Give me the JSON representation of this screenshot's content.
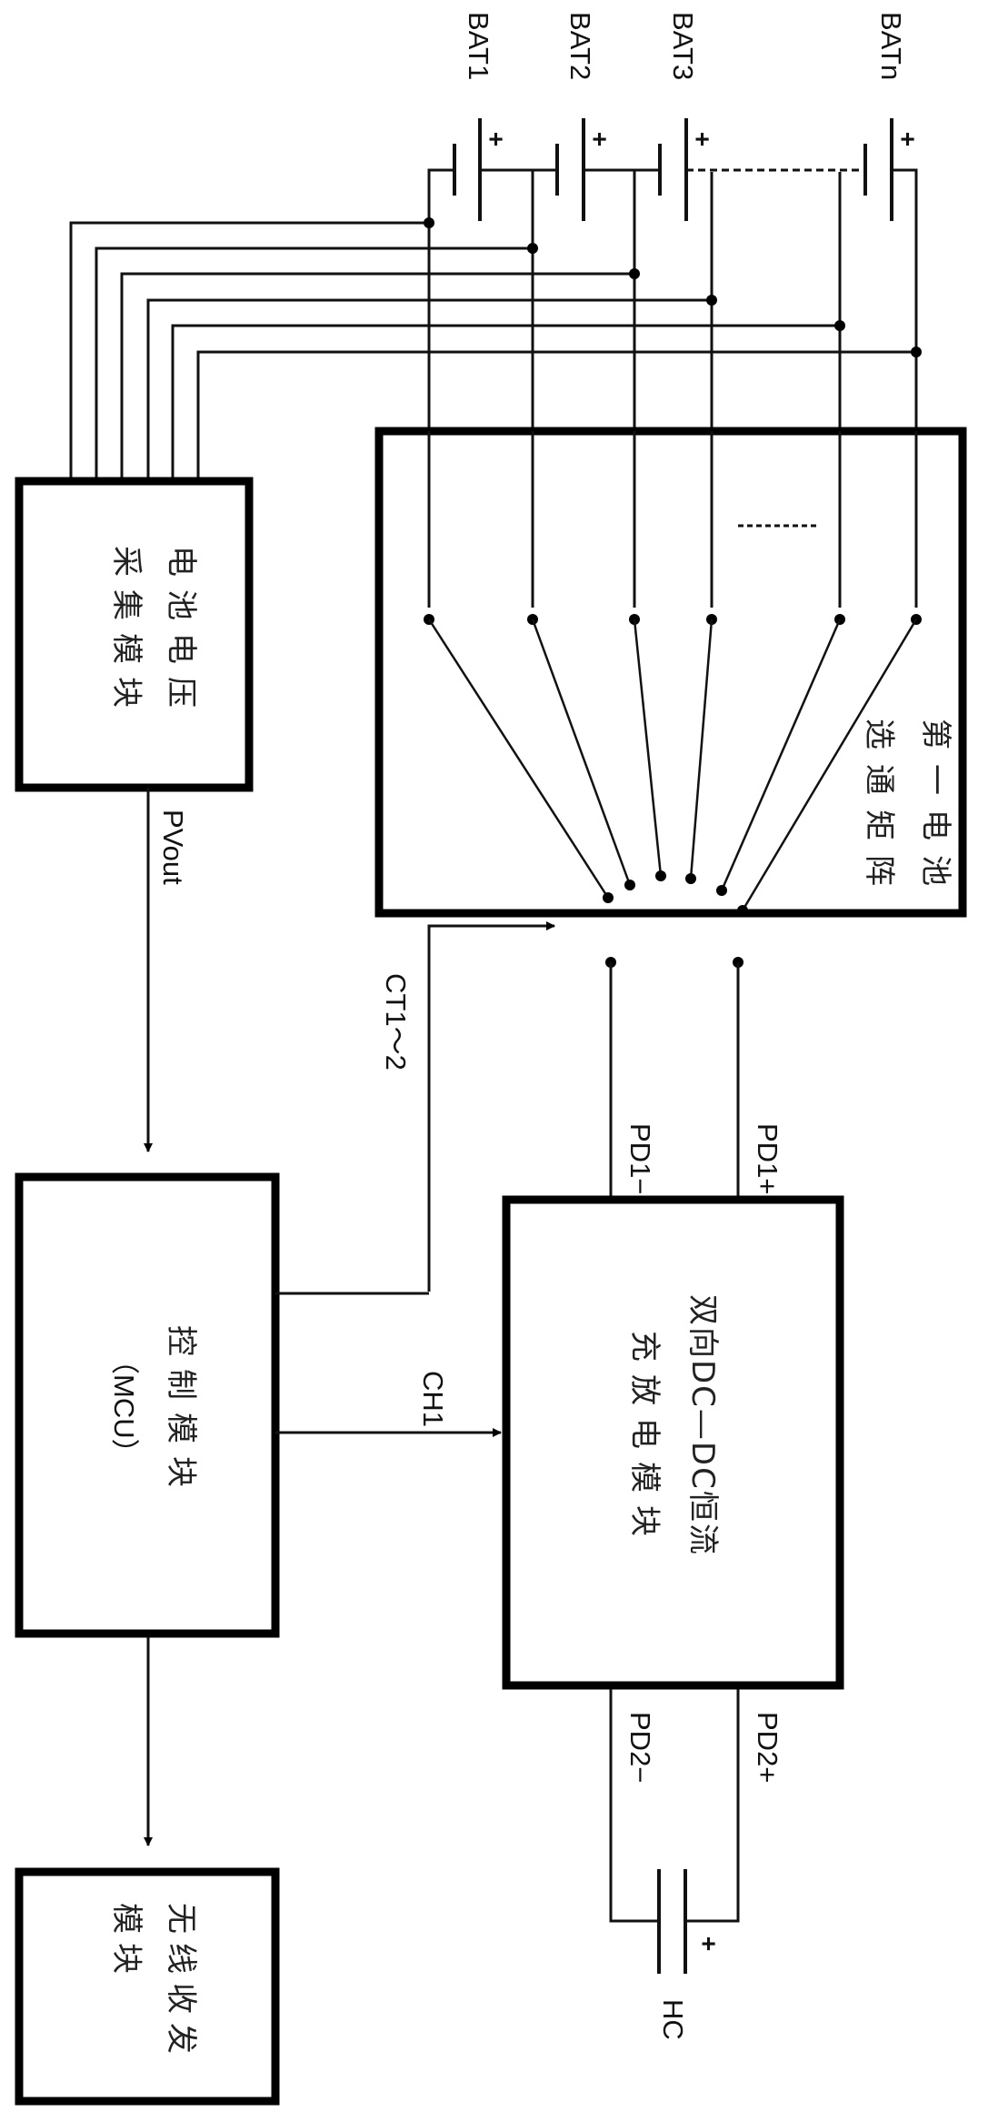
{
  "diagram": {
    "batteries": [
      {
        "label": "BAT1",
        "polarity": "+"
      },
      {
        "label": "BAT2",
        "polarity": "+"
      },
      {
        "label": "BAT3",
        "polarity": "+"
      },
      {
        "label": "BATn",
        "polarity": "+"
      }
    ],
    "modules": {
      "voltage_acquisition": {
        "line1": "电池电压",
        "line2": "采集模块"
      },
      "gating_matrix": {
        "line1": "第一电池",
        "line2": "选通矩阵"
      },
      "mcu": {
        "line1": "控制模块",
        "line2": "（MCU）"
      },
      "dcdc": {
        "line1": "双向DC—DC恒流",
        "line2": "充放电模块"
      },
      "wireless": {
        "line1": "无线收发",
        "line2": "模块"
      }
    },
    "signals": {
      "pvout": "PVout",
      "ct": "CT1～2",
      "ch1": "CH1",
      "pd1_minus": "PD1−",
      "pd1_plus": "PD1+",
      "pd2_minus": "PD2−",
      "pd2_plus": "PD2+"
    },
    "capacitor": {
      "label": "HC",
      "polarity": "+"
    },
    "ellipsis": "......"
  }
}
